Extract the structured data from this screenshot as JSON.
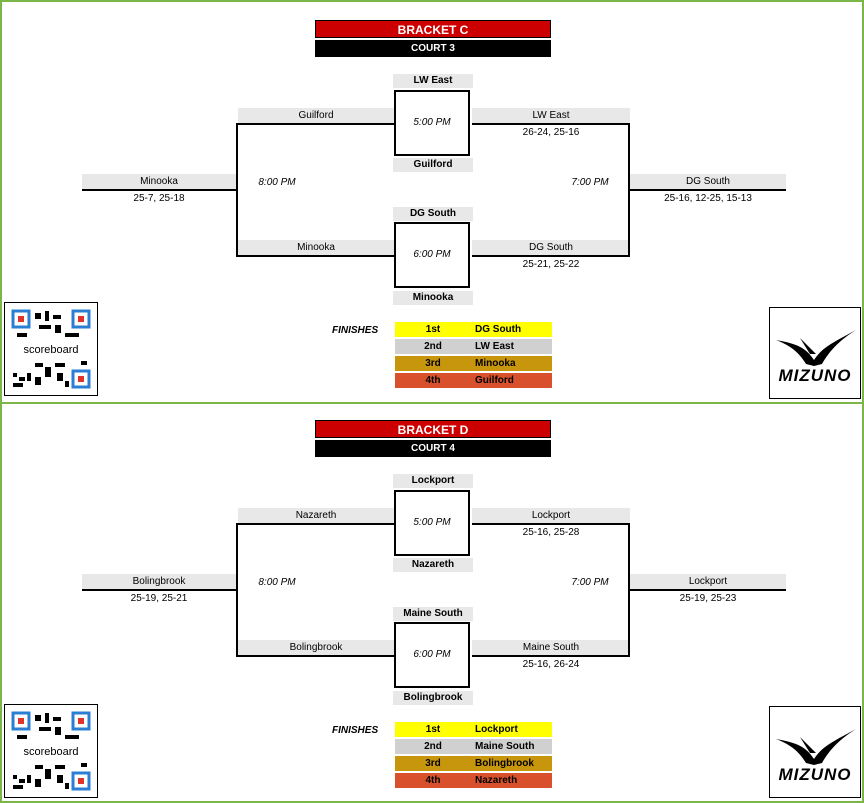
{
  "brackets": [
    {
      "title": "BRACKET C",
      "court": "COURT 3",
      "left_team": "Minooka",
      "left_score": "25-7, 25-18",
      "left_time": "8:00 PM",
      "right_time": "7:00 PM",
      "top_left_team": "Guilford",
      "bottom_left_team": "Minooka",
      "top_match": {
        "home": "LW East",
        "time": "5:00 PM",
        "away": "Guilford"
      },
      "bottom_match": {
        "home": "DG South",
        "time": "6:00 PM",
        "away": "Minooka"
      },
      "top_right_team": "LW East",
      "top_right_score": "26-24, 25-16",
      "bottom_right_team": "DG South",
      "bottom_right_score": "25-21, 25-22",
      "final_team": "DG South",
      "final_score": "25-16, 12-25, 15-13",
      "finishes_label": "FINISHES",
      "finishes": [
        {
          "place": "1st",
          "team": "DG South",
          "color": "#ffff00"
        },
        {
          "place": "2nd",
          "team": "LW East",
          "color": "#d0d0d0"
        },
        {
          "place": "3rd",
          "team": "Minooka",
          "color": "#c8960c"
        },
        {
          "place": "4th",
          "team": "Guilford",
          "color": "#d9512c"
        }
      ],
      "qr_text": "scoreboard",
      "logo_text": "MIZUNO"
    },
    {
      "title": "BRACKET D",
      "court": "COURT 4",
      "left_team": "Bolingbrook",
      "left_score": "25-19, 25-21",
      "left_time": "8:00 PM",
      "right_time": "7:00 PM",
      "top_left_team": "Nazareth",
      "bottom_left_team": "Bolingbrook",
      "top_match": {
        "home": "Lockport",
        "time": "5:00 PM",
        "away": "Nazareth"
      },
      "bottom_match": {
        "home": "Maine South",
        "time": "6:00 PM",
        "away": "Bolingbrook"
      },
      "top_right_team": "Lockport",
      "top_right_score": "25-16, 25-28",
      "bottom_right_team": "Maine South",
      "bottom_right_score": "25-16, 26-24",
      "final_team": "Lockport",
      "final_score": "25-19, 25-23",
      "finishes_label": "FINISHES",
      "finishes": [
        {
          "place": "1st",
          "team": "Lockport",
          "color": "#ffff00"
        },
        {
          "place": "2nd",
          "team": "Maine South",
          "color": "#d0d0d0"
        },
        {
          "place": "3rd",
          "team": "Bolingbrook",
          "color": "#c8960c"
        },
        {
          "place": "4th",
          "team": "Nazareth",
          "color": "#d9512c"
        }
      ],
      "qr_text": "scoreboard",
      "logo_text": "MIZUNO"
    }
  ]
}
